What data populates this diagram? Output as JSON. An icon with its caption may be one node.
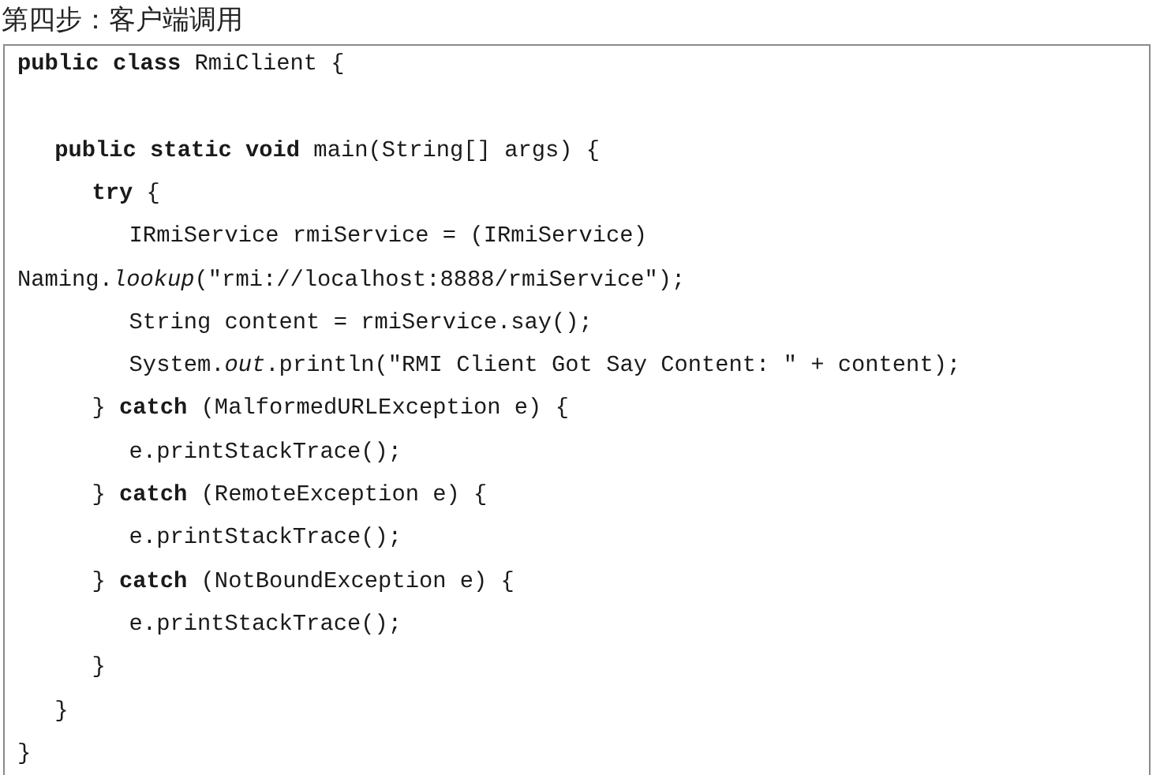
{
  "diagram": {
    "title": "第四步：客户端调用",
    "labels": [
      "**public class** RmiClient {",
      "**public static void** main(String[] args) {",
      "**try** {",
      "IRmiService rmiService = (IRmiService)",
      "Naming.*lookup*(\"rmi://localhost:8888/rmiService\");",
      "String content = rmiService.say();",
      "System.*out*.println(\"RMI Client Got Say Content: \" + content);",
      "} **catch** (MalformedURLException e) {",
      "e.printStackTrace();",
      "} **catch** (RemoteException e) {",
      "e.printStackTrace();",
      "} **catch** (NotBoundException e) {",
      "e.printStackTrace();",
      "}",
      "}",
      "}"
    ]
  }
}
